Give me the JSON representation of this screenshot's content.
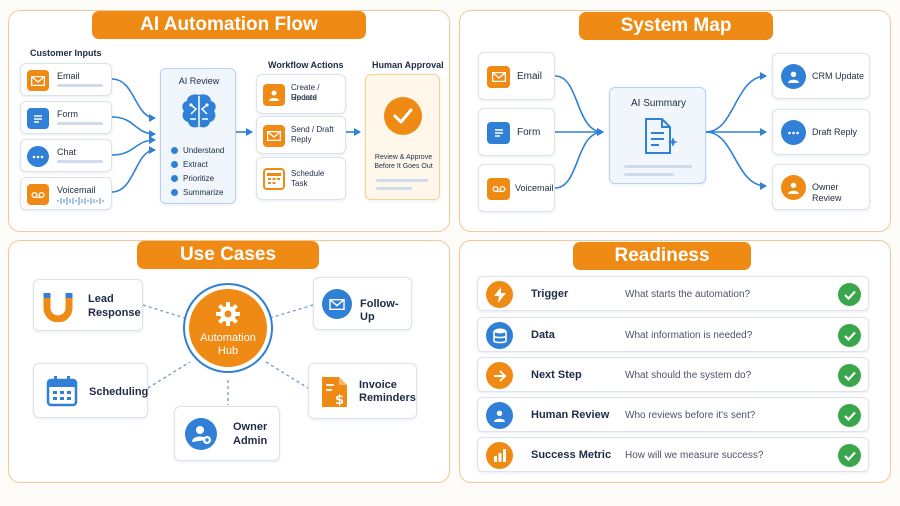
{
  "panels": {
    "flow": {
      "title": "AI Automation Flow"
    },
    "map": {
      "title": "System Map"
    },
    "cases": {
      "title": "Use Cases"
    },
    "checklist": {
      "title": "Readiness Checklist"
    }
  },
  "flow": {
    "inputs_label": "Customer Inputs",
    "inputs": [
      "Email",
      "Form",
      "Chat",
      "Voicemail"
    ],
    "review": {
      "title": "AI Review",
      "steps": [
        "Understand",
        "Extract",
        "Prioritize",
        "Summarize"
      ]
    },
    "actions_label": "Workflow Actions",
    "actions": [
      {
        "line1": "Create / Update",
        "line2": "Record"
      },
      {
        "line1": "Send / Draft",
        "line2": "Reply"
      },
      {
        "line1": "Schedule",
        "line2": "Task"
      }
    ],
    "approval": {
      "title": "Human Approval",
      "line1": "Review & Approve",
      "line2": "Before It Goes Out"
    }
  },
  "map": {
    "inputs": [
      "Email",
      "Form",
      "Voicemail"
    ],
    "center": "AI Summary",
    "outputs": [
      "CRM Update",
      "Draft Reply",
      "Owner Review"
    ]
  },
  "cases": {
    "hub": {
      "line1": "Automation",
      "line2": "Hub"
    },
    "lead": {
      "line1": "Lead",
      "line2": "Response"
    },
    "followup": "Follow-Up",
    "scheduling": "Scheduling",
    "invoice": {
      "line1": "Invoice",
      "line2": "Reminders"
    },
    "owner": {
      "line1": "Owner",
      "line2": "Admin"
    }
  },
  "checklist": {
    "rows": [
      {
        "label": "Trigger",
        "question": "What starts the automation?",
        "icon": "bolt-icon"
      },
      {
        "label": "Data",
        "question": "What information is needed?",
        "icon": "database-icon"
      },
      {
        "label": "Next Step",
        "question": "What should the system do?",
        "icon": "arrow-right-icon"
      },
      {
        "label": "Human Review",
        "question": "Who reviews before it's sent?",
        "icon": "user-icon"
      },
      {
        "label": "Success Metric",
        "question": "How will we measure success?",
        "icon": "bar-chart-icon"
      }
    ]
  },
  "colors": {
    "orange": "#ef8a14",
    "blue": "#2f80d6",
    "green": "#3aa64b",
    "navy": "#1d2b44"
  }
}
